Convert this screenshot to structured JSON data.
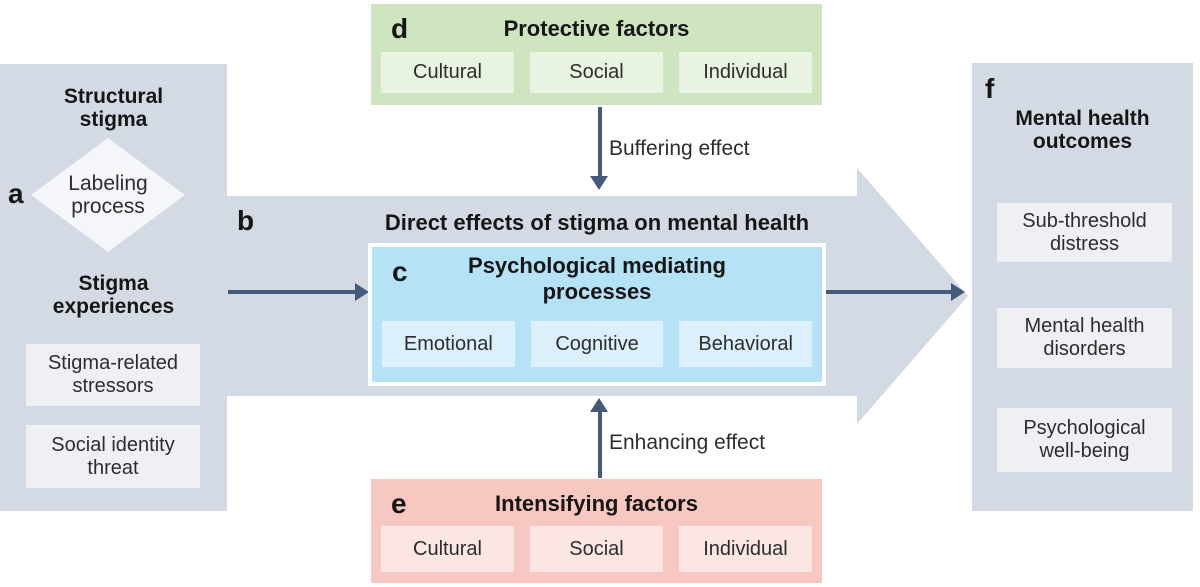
{
  "colors": {
    "panel_gray": "#d4dae3",
    "flow_arrow_gray": "#d4dae3",
    "inner_box_offwhite": "#eef0f4",
    "diamond_white": "#f4f6f9",
    "protective_green": "#cee5c0",
    "protective_green_inner": "#e9f3e1",
    "mediating_blue": "#b6e2f6",
    "mediating_blue_inner": "#dcf0fb",
    "intensifying_pink": "#f7c7c2",
    "intensifying_pink_inner": "#fce6e3",
    "arrow_navy": "#45597a",
    "text_black": "#161616"
  },
  "left_panel": {
    "label": "a",
    "structural_stigma": "Structural stigma",
    "labeling_process": "Labeling process",
    "stigma_experiences": "Stigma experiences",
    "items": [
      "Stigma-related stressors",
      "Social identity threat"
    ]
  },
  "direct_effects": {
    "label": "b",
    "title": "Direct effects of stigma on mental health"
  },
  "mediating": {
    "label": "c",
    "title": "Psychological mediating processes",
    "items": [
      "Emotional",
      "Cognitive",
      "Behavioral"
    ]
  },
  "protective": {
    "label": "d",
    "title": "Protective factors",
    "items": [
      "Cultural",
      "Social",
      "Individual"
    ],
    "arrow_label": "Buffering effect"
  },
  "intensifying": {
    "label": "e",
    "title": "Intensifying factors",
    "items": [
      "Cultural",
      "Social",
      "Individual"
    ],
    "arrow_label": "Enhancing effect"
  },
  "outcomes": {
    "label": "f",
    "title": "Mental health outcomes",
    "items": [
      "Sub-threshold distress",
      "Mental health disorders",
      "Psychological well-being"
    ]
  }
}
